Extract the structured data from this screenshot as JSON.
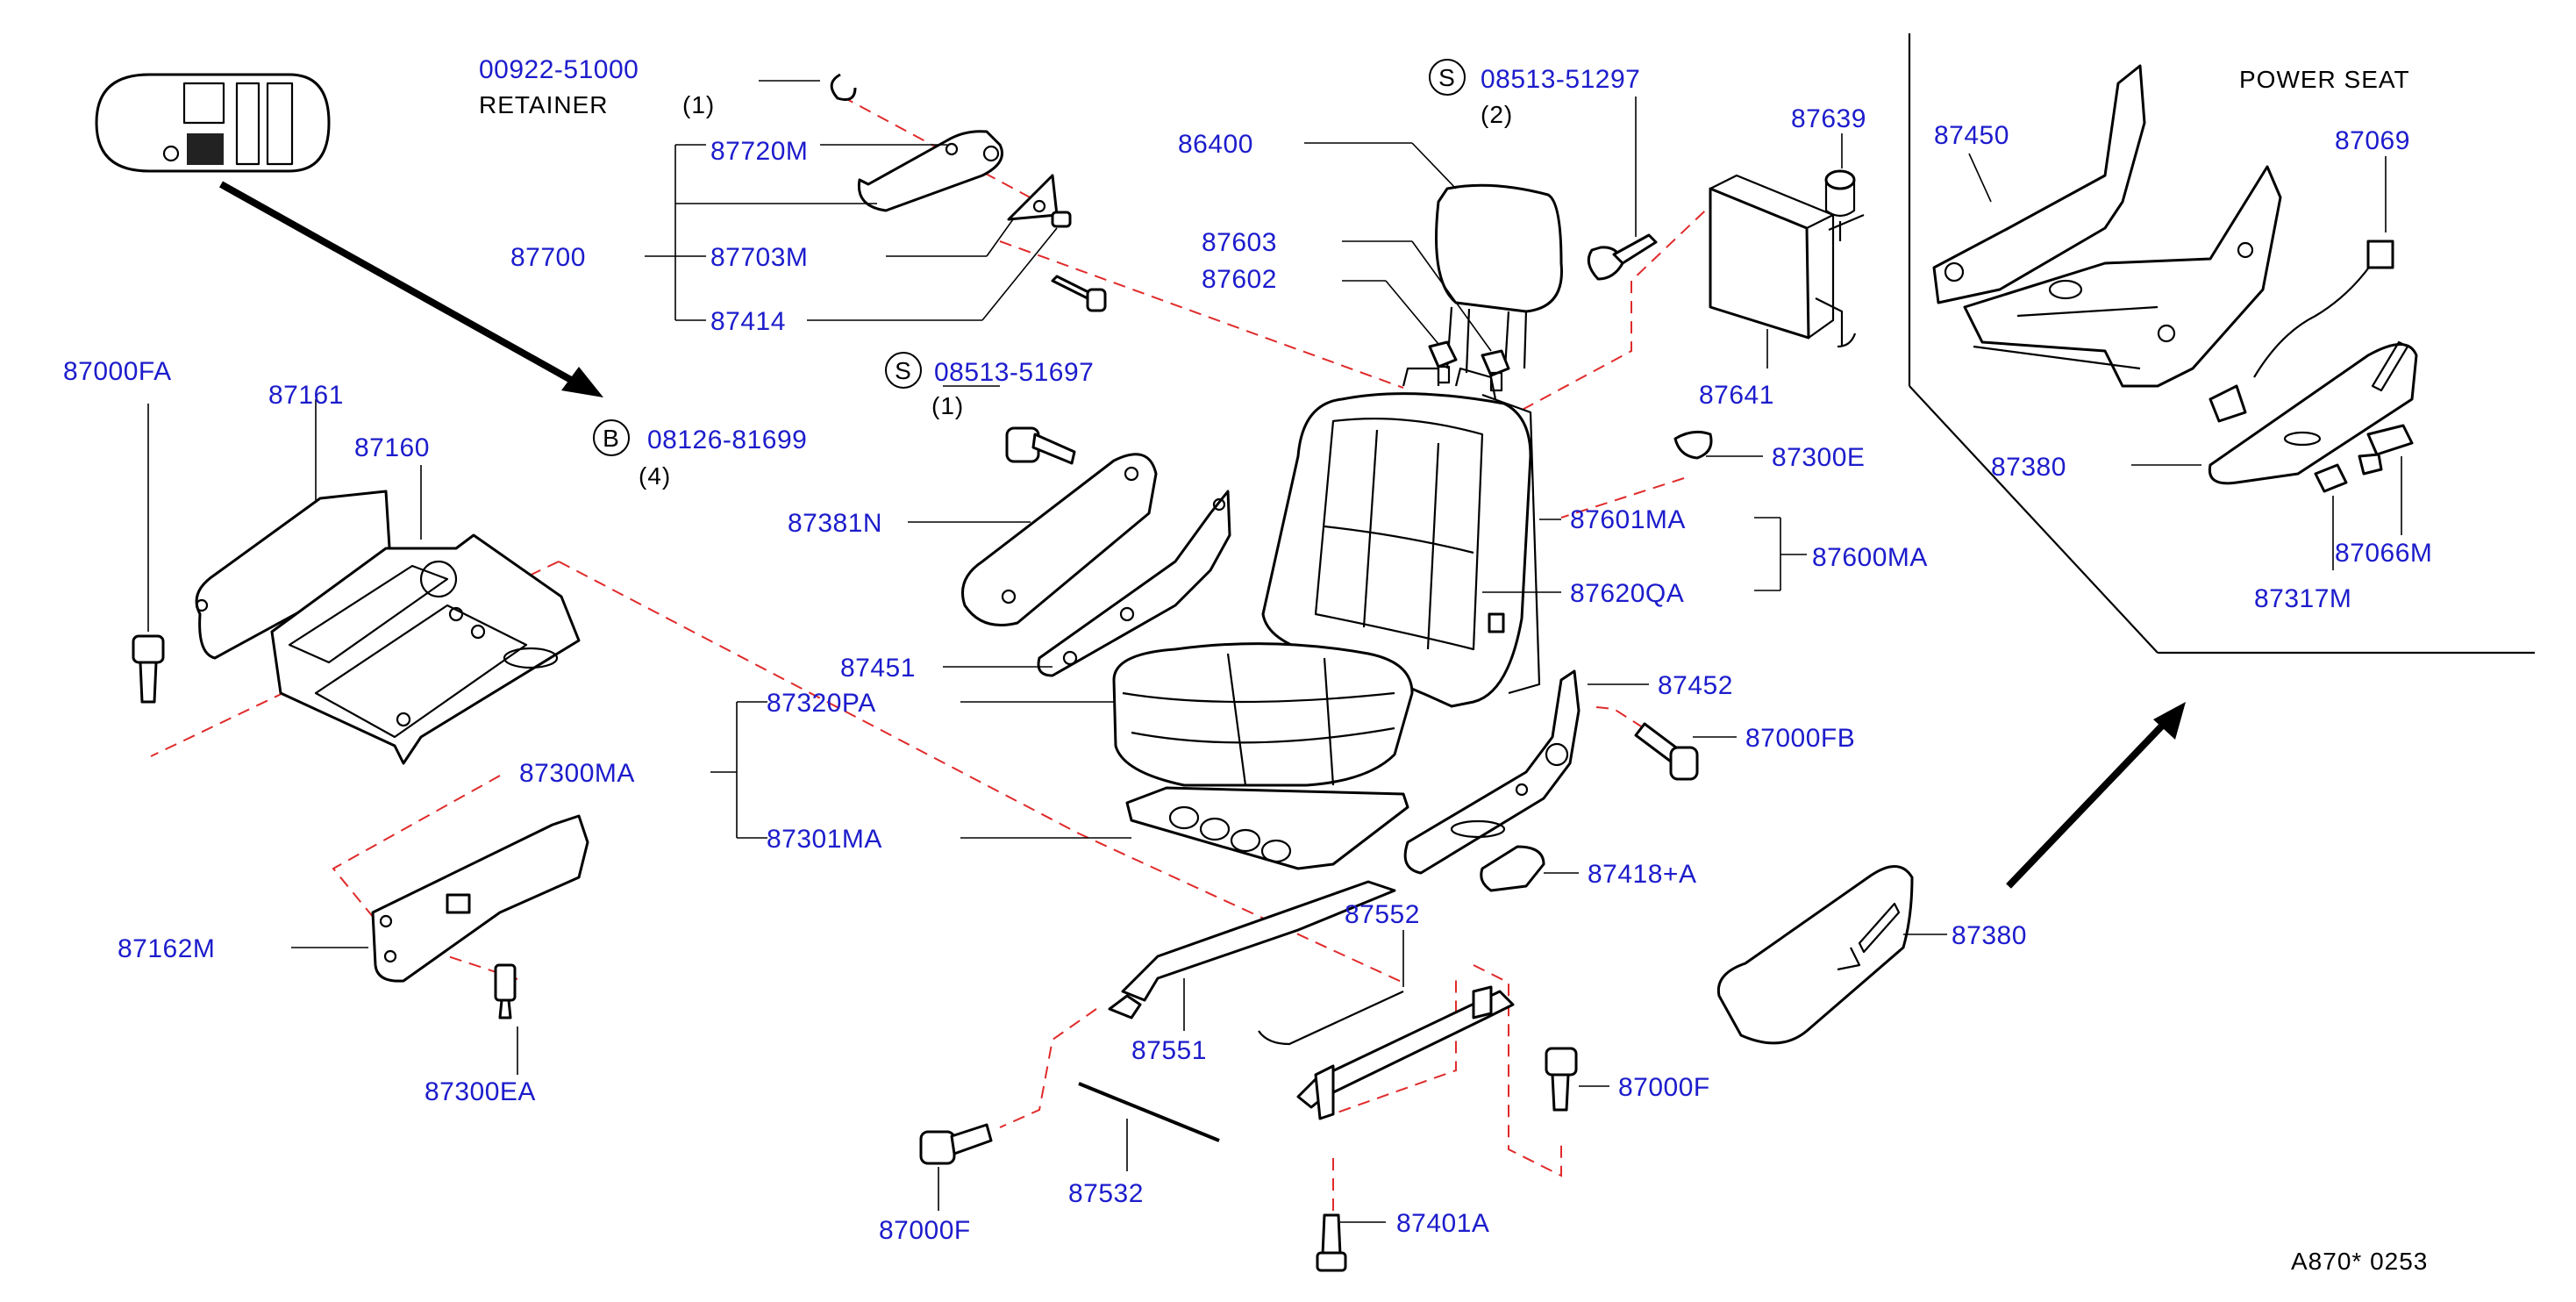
{
  "labels": {
    "l_00922_51000": "00922-51000",
    "l_retainer": "RETAINER",
    "l_q1a": "(1)",
    "l_87720M": "87720M",
    "l_87700": "87700",
    "l_87703M": "87703M",
    "l_87414": "87414",
    "l_s1": "S",
    "l_08513_51697": "08513-51697",
    "l_q1b": "(1)",
    "l_b": "B",
    "l_08126_81699": "08126-81699",
    "l_q4": "(4)",
    "l_87000FA": "87000FA",
    "l_87161": "87161",
    "l_87160": "87160",
    "l_87381N": "87381N",
    "l_87451": "87451",
    "l_87320PA": "87320PA",
    "l_87300MA": "87300MA",
    "l_87301MA": "87301MA",
    "l_87162M": "87162M",
    "l_87300EA": "87300EA",
    "l_s2": "S",
    "l_08513_51297": "08513-51297",
    "l_q2": "(2)",
    "l_86400": "86400",
    "l_87603": "87603",
    "l_87602": "87602",
    "l_87639": "87639",
    "l_87641": "87641",
    "l_87300E": "87300E",
    "l_87601MA": "87601MA",
    "l_87600MA": "87600MA",
    "l_87620QA": "87620QA",
    "l_87452": "87452",
    "l_87000FB": "87000FB",
    "l_87418A": "87418+A",
    "l_87552": "87552",
    "l_87551": "87551",
    "l_87532": "87532",
    "l_87000F_a": "87000F",
    "l_87000F_b": "87000F",
    "l_87401A": "87401A",
    "l_87380_a": "87380",
    "l_power_seat": "POWER  SEAT",
    "l_87450": "87450",
    "l_87069": "87069",
    "l_87380_b": "87380",
    "l_87066M": "87066M",
    "l_87317M": "87317M",
    "l_ref": "A870*  0253"
  },
  "colors": {
    "part_number": "#1c1ccc",
    "leader": "#000000",
    "assembly_dash": "#e02a2a"
  }
}
